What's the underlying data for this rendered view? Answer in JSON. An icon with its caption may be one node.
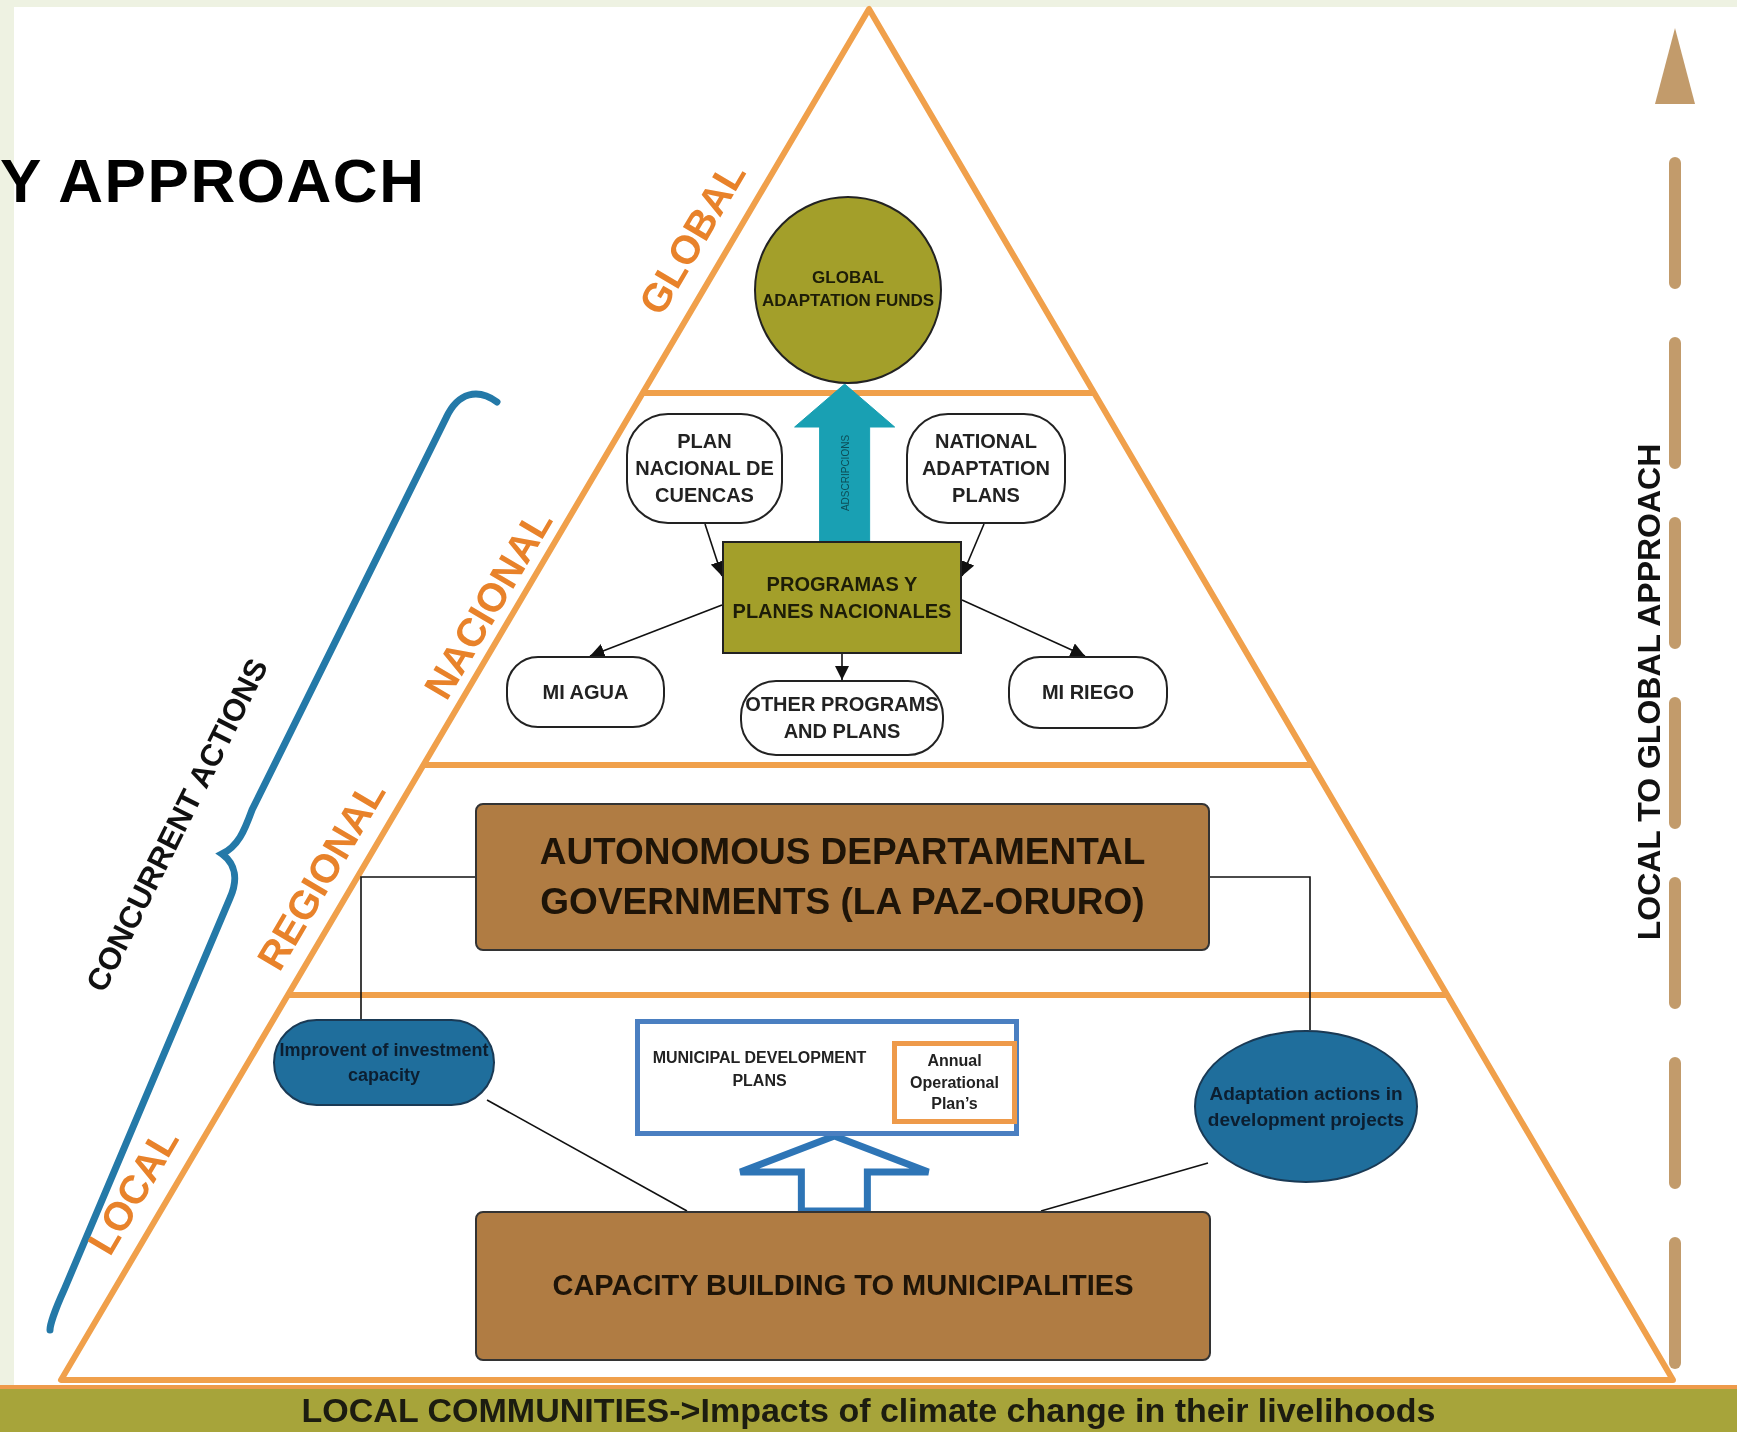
{
  "diagram": {
    "title": "Y APPROACH",
    "nodes": [
      {
        "text": [
          "GLOBAL ADAPTATION FUNDS"
        ]
      },
      {
        "text": [
          "PLAN NACIONAL DE CUENCAS"
        ]
      },
      {
        "text": [
          "NATIONAL ADAPTATION PLANS"
        ]
      },
      {
        "text": [
          "PROGRAMAS Y PLANES NACIONALES"
        ]
      },
      {
        "text": [
          "MI AGUA"
        ]
      },
      {
        "text": [
          "OTHER PROGRAMS AND PLANS"
        ]
      },
      {
        "text": [
          "MI RIEGO"
        ]
      },
      {
        "text": [
          "AUTONOMOUS DEPARTAMENTAL GOVERNMENTS (LA PAZ-ORURO)"
        ]
      },
      {
        "text": [
          "Improvent of investment capacity"
        ]
      },
      {
        "text": [
          "MUNICIPAL DEVELOPMENT PLANS"
        ]
      },
      {
        "text": [
          "Annual Operational Plan’s"
        ],
        "in": 9
      },
      {
        "text": [
          "Adaptation actions in development projects"
        ]
      },
      {
        "text": [
          "CAPACITY BUILDING TO MUNICIPALITIES"
        ]
      },
      {
        "text": [
          "LOCAL COMMUNITIES->Impacts of climate change in their livelihoods"
        ]
      }
    ],
    "edges": [
      {
        "from": 1,
        "to": 3,
        "arrow": "to"
      },
      {
        "from": 2,
        "to": 3,
        "arrow": "to"
      },
      {
        "from": 3,
        "to": 4,
        "arrow": "to"
      },
      {
        "from": 3,
        "to": 5,
        "arrow": "to"
      },
      {
        "from": 3,
        "to": 6,
        "arrow": "to"
      },
      {
        "from": 3,
        "to": 0,
        "arrow": "to",
        "label": "ADSCRIPCIONS",
        "style": "thick",
        "color": "#19a0b3"
      },
      {
        "from": 7,
        "to": 8,
        "arrow": "none"
      },
      {
        "from": 7,
        "to": 11,
        "arrow": "none"
      },
      {
        "from": 8,
        "to": 12,
        "arrow": "none"
      },
      {
        "from": 11,
        "to": 12,
        "arrow": "none"
      },
      {
        "from": 12,
        "to": 9,
        "arrow": "to",
        "style": "thick",
        "color": "#2e75b6"
      }
    ],
    "labels": [
      "GLOBAL",
      "NACIONAL",
      "REGIONAL",
      "LOCAL",
      "CONCURRENT ACTIONS",
      "LOCAL TO GLOBAL APPROACH"
    ]
  }
}
